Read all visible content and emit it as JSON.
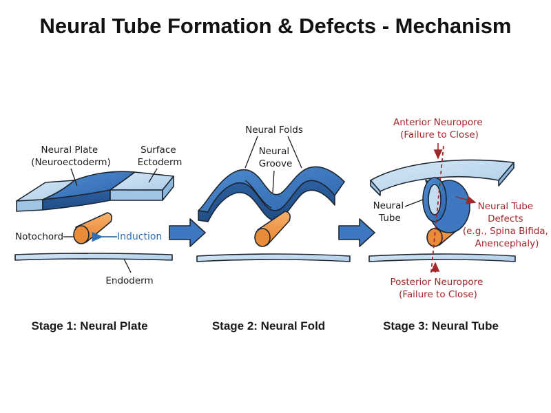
{
  "title": "Neural Tube Formation & Defects - Mechanism",
  "stage1": {
    "caption": "Stage 1: Neural Plate",
    "neural_plate": [
      "Neural Plate",
      "(Neuroectoderm)"
    ],
    "surface_ectoderm": [
      "Surface",
      "Ectoderm"
    ],
    "notochord": "Notochord",
    "induction": "Induction",
    "endoderm": "Endoderm"
  },
  "stage2": {
    "caption": "Stage 2: Neural Fold",
    "neural_folds": "Neural Folds",
    "neural_groove": [
      "Neural",
      "Groove"
    ]
  },
  "stage3": {
    "caption": "Stage 3: Neural Tube",
    "anterior_neuropore": [
      "Anterior Neuropore",
      "(Failure to Close)"
    ],
    "neural_tube": [
      "Neural",
      "Tube"
    ],
    "defects": [
      "Neural Tube",
      "Defects",
      "(e.g., Spina Bifida,",
      "Anencephaly)"
    ],
    "posterior_neuropore": [
      "Posterior Neuropore",
      "(Failure to Close)"
    ]
  },
  "colors": {
    "neural_blue": "#3d78c0",
    "ectoderm_light": "#c3dcef",
    "notochord_orange": "#f39a4c",
    "defect_red": "#a3262a",
    "induction_blue": "#2f6fb3"
  },
  "icons": [
    "stage-arrow-icon",
    "induction-arrow-icon"
  ]
}
